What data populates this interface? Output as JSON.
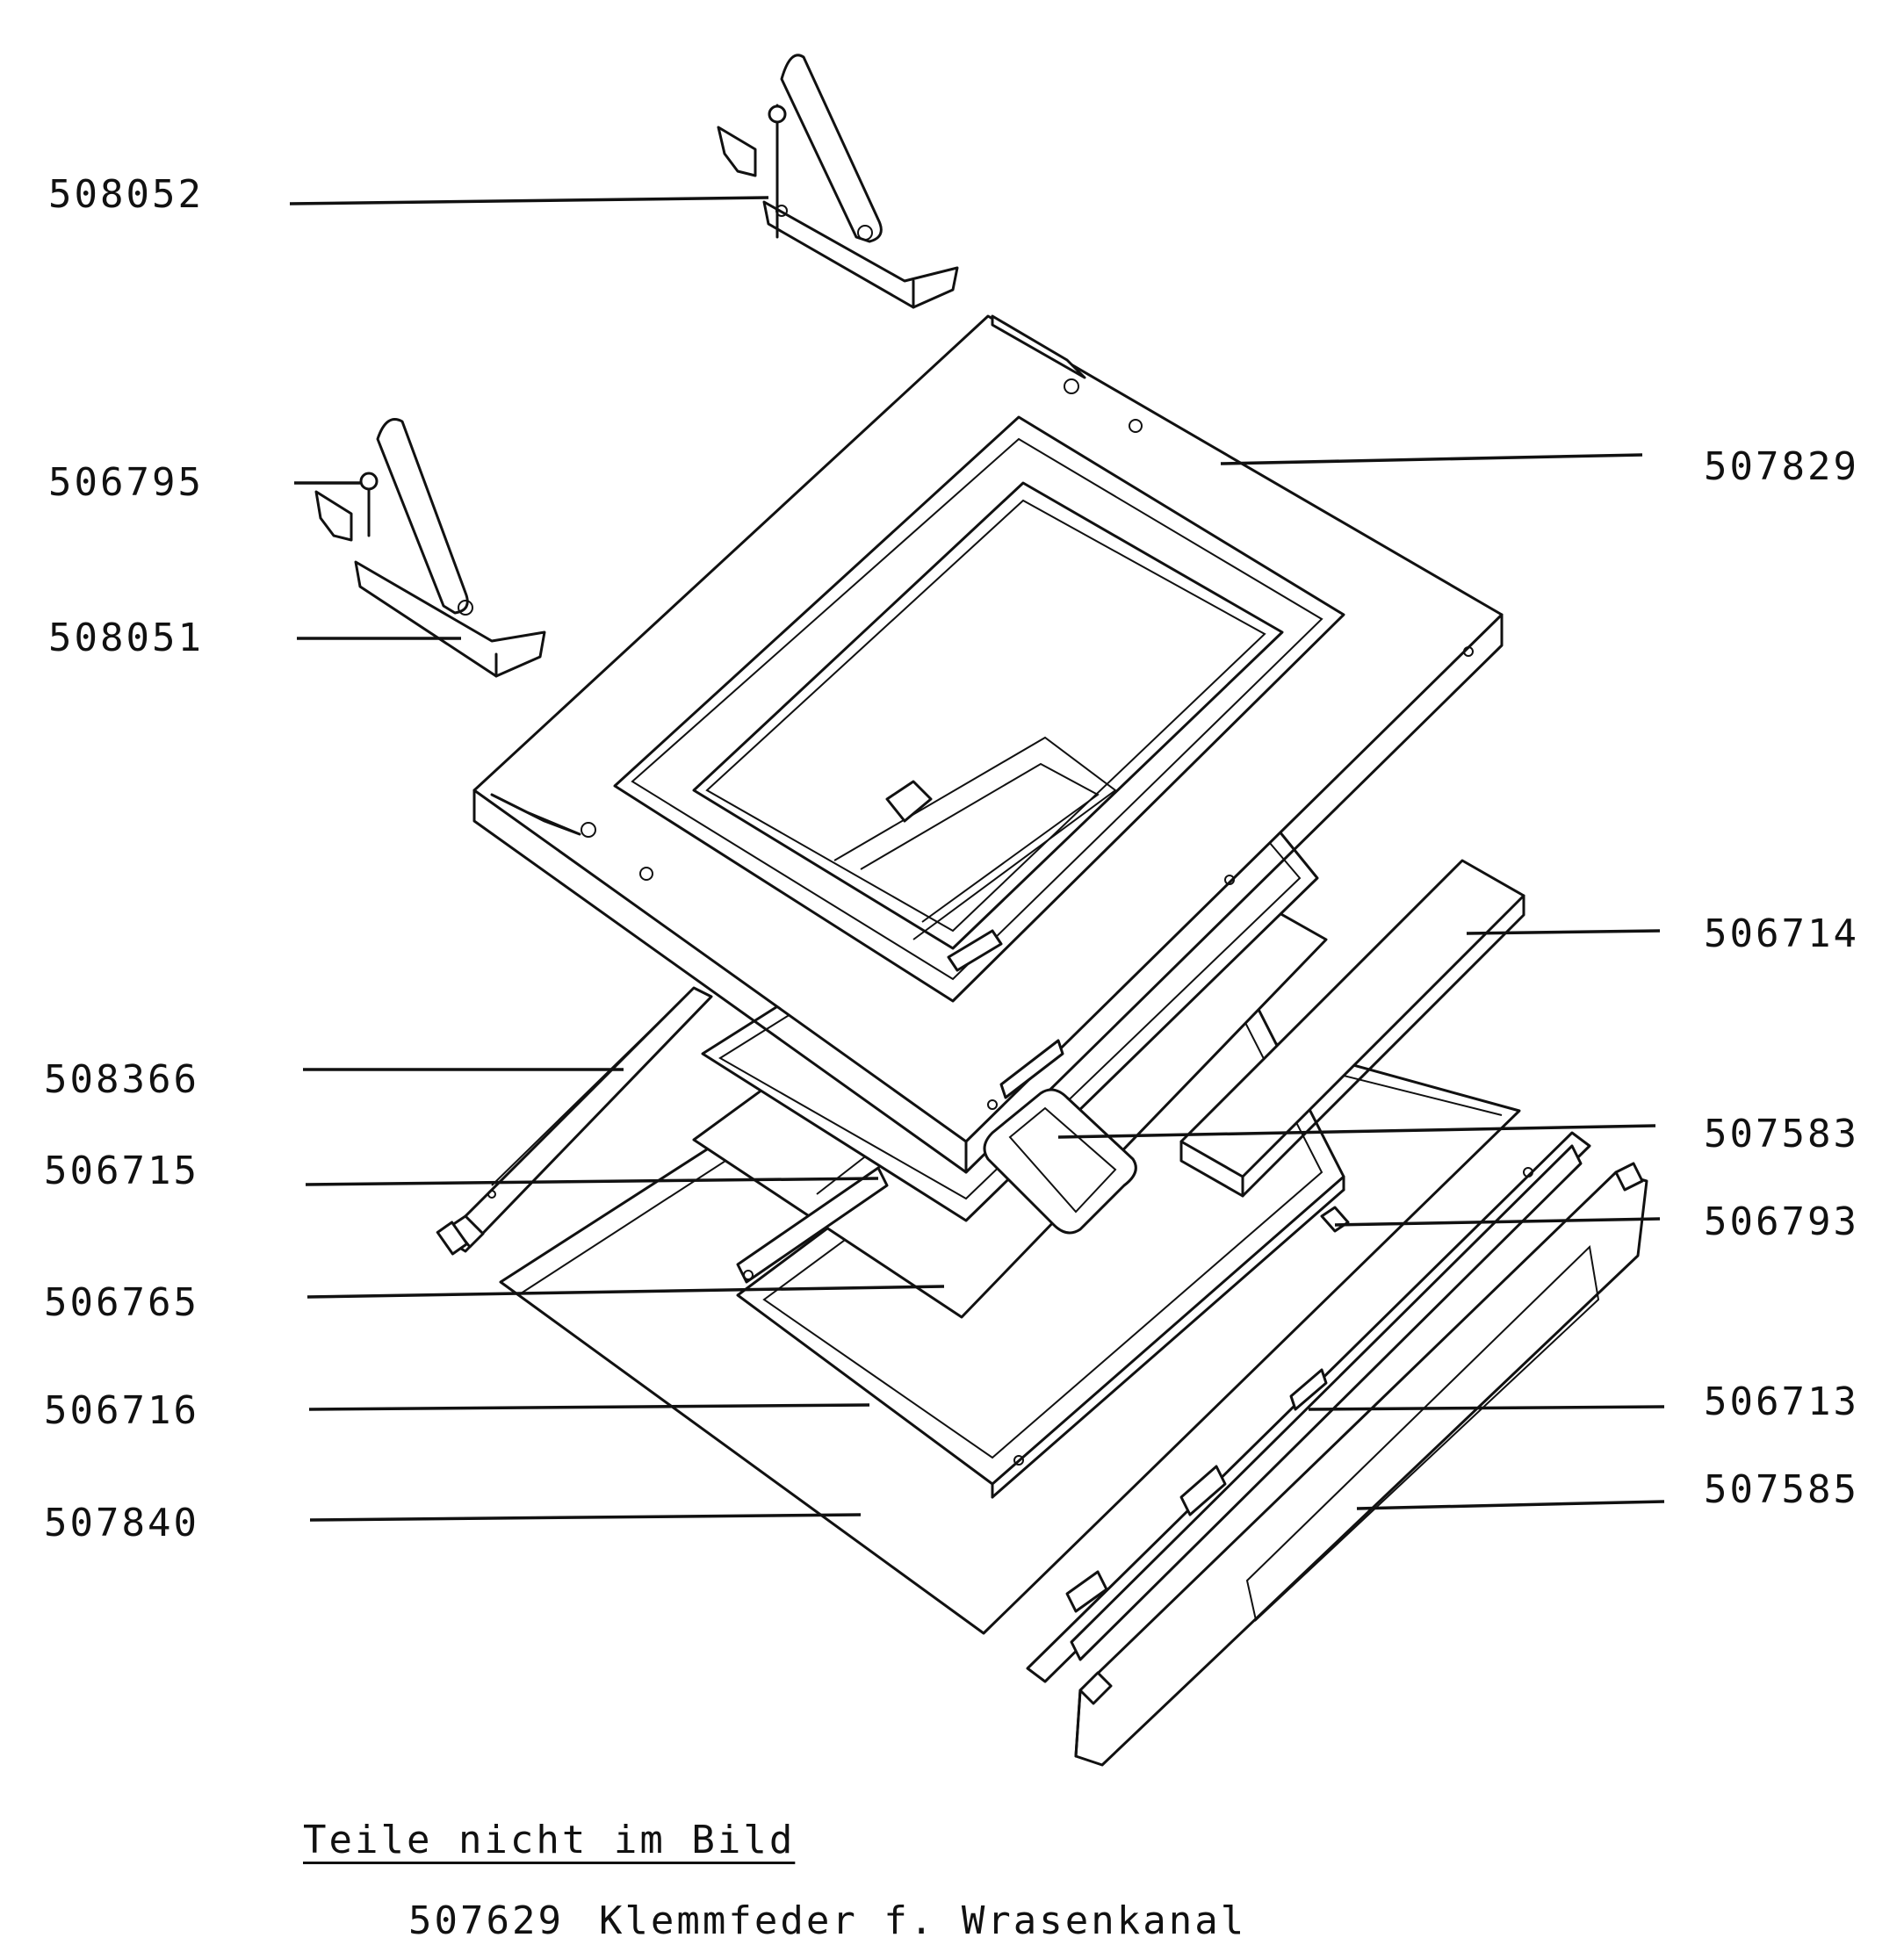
{
  "part_labels": {
    "p508052": "508052",
    "p506795": "506795",
    "p508051": "508051",
    "p507829": "507829",
    "p506714": "506714",
    "p508366": "508366",
    "p506715": "506715",
    "p507583": "507583",
    "p506793": "506793",
    "p506765": "506765",
    "p506716": "506716",
    "p506713": "506713",
    "p507585": "507585",
    "p507840": "507840"
  },
  "footnote": {
    "title": "Teile nicht im Bild",
    "items": [
      {
        "number": "507629",
        "description": "Klemmfeder f. Wrasenkanal"
      }
    ]
  }
}
